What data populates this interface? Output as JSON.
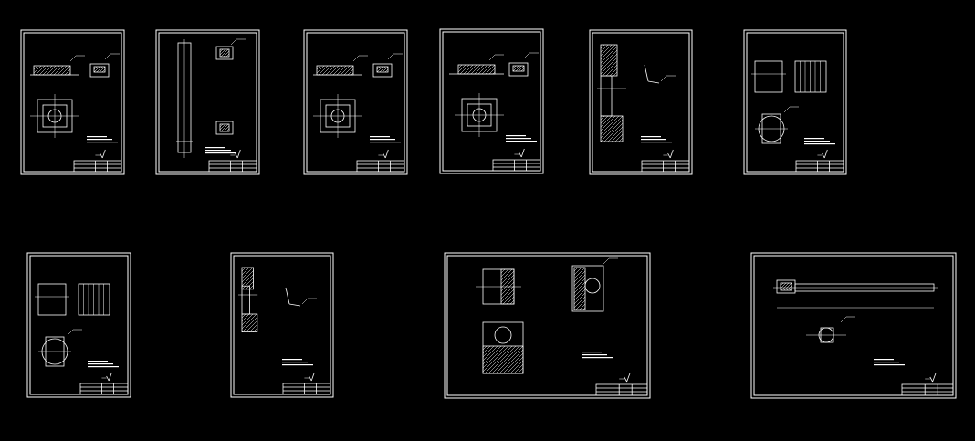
{
  "app": {
    "title": "",
    "background_color": "#000000",
    "line_color": "#ffffff"
  },
  "sheets": [
    {
      "id": 1,
      "kind": "portrait",
      "content": "plate"
    },
    {
      "id": 2,
      "kind": "portrait",
      "content": "shaft-vertical"
    },
    {
      "id": 3,
      "kind": "portrait",
      "content": "plate"
    },
    {
      "id": 4,
      "kind": "portrait",
      "content": "plate-offset"
    },
    {
      "id": 5,
      "kind": "portrait",
      "content": "bracket"
    },
    {
      "id": 6,
      "kind": "portrait",
      "content": "block-round"
    },
    {
      "id": 7,
      "kind": "portrait",
      "content": "block-round"
    },
    {
      "id": 8,
      "kind": "portrait",
      "content": "bracket-small"
    },
    {
      "id": 9,
      "kind": "landscape",
      "content": "block-sections"
    },
    {
      "id": 10,
      "kind": "landscape",
      "content": "shaft-horizontal"
    }
  ]
}
